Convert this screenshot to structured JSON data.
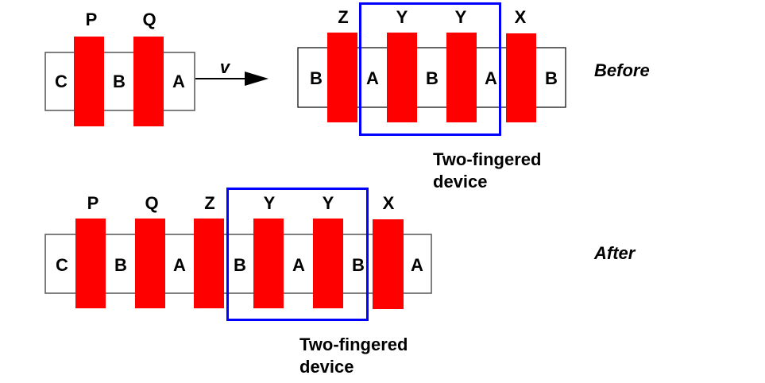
{
  "colors": {
    "finger": "#ff0000",
    "device_box": "#0000ff",
    "strip_outline": "#555555",
    "text": "#000000"
  },
  "top_left": {
    "fingers": [
      "P",
      "Q"
    ],
    "segments": [
      "C",
      "B",
      "A"
    ],
    "velocity_label": "v"
  },
  "top_right": {
    "fingers": [
      "Z",
      "Y",
      "Y",
      "X"
    ],
    "segments": [
      "B",
      "A",
      "B",
      "A",
      "B"
    ],
    "state_label": "Before",
    "device_caption_line1": "Two-fingered",
    "device_caption_line2": "device"
  },
  "bottom": {
    "fingers": [
      "P",
      "Q",
      "Z",
      "Y",
      "Y",
      "X"
    ],
    "segments": [
      "C",
      "B",
      "A",
      "B",
      "A",
      "B",
      "A"
    ],
    "state_label": "After",
    "device_caption_line1": "Two-fingered",
    "device_caption_line2": "device"
  }
}
